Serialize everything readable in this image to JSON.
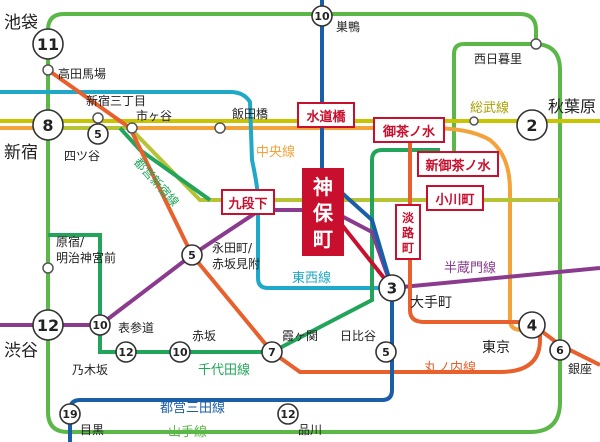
{
  "colors": {
    "yamanote": "#5bb848",
    "chuo": "#f3a33a",
    "sobu": "#c8c400",
    "namboku": "#1fa8c8",
    "tozai": "#3aa7dc",
    "hanzomon": "#8b3b8e",
    "marunouchi": "#e8602c",
    "chiyoda": "#22a55a",
    "mita": "#1a5ea8",
    "shinjuku": "#b5c334",
    "ginza": "#f08a00",
    "highlight_red": "#c8102e"
  },
  "stations": {
    "ikebukuro": "池袋",
    "sugamo": "巣鴨",
    "nishinippori": "西日暮里",
    "takadanobaba": "高田馬場",
    "akihabara": "秋葉原",
    "shinjuku_sanchome": "新宿三丁目",
    "ichigaya": "市ヶ谷",
    "iidabashi": "飯田橋",
    "shinjuku": "新宿",
    "yotsuya": "四ツ谷",
    "harajuku": "原宿/\n明治神宮前",
    "nagatacho": "永田町/\n赤坂見附",
    "otemachi": "大手町",
    "tokyo": "東京",
    "shibuya": "渋谷",
    "omotesando": "表参道",
    "akasaka": "赤坂",
    "kasumigaseki": "霞ヶ関",
    "hibiya": "日比谷",
    "nogizaka": "乃木坂",
    "ginza": "銀座",
    "meguro": "目黒",
    "shinagawa": "品川",
    "suidobashi": "水道橋",
    "ochanomizu": "御茶ノ水",
    "shin_ochanomizu": "新御茶ノ水",
    "ogawamachi": "小川町",
    "kudanshita": "九段下",
    "jimbocho": "神保町",
    "awajicho": "淡路町"
  },
  "lines": {
    "sobu": "総武線",
    "chuo": "中央線",
    "shinjuku": "都営新宿線",
    "tozai": "東西線",
    "hanzomon": "半蔵門線",
    "marunouchi": "丸ノ内線",
    "chiyoda": "千代田線",
    "mita": "都営三田線",
    "yamanote": "山手線"
  },
  "minutes": {
    "ikebukuro": "11",
    "sugamo": "10",
    "shinjuku": "8",
    "yotsuya": "5",
    "akihabara": "2",
    "nagatacho": "5",
    "otemachi": "3",
    "tokyo": "4",
    "shibuya": "12",
    "omotesando": "10",
    "nogizaka": "12",
    "akasaka": "10",
    "kasumigaseki": "7",
    "hibiya": "5",
    "ginza": "6",
    "meguro": "19",
    "shinagawa": "12"
  }
}
